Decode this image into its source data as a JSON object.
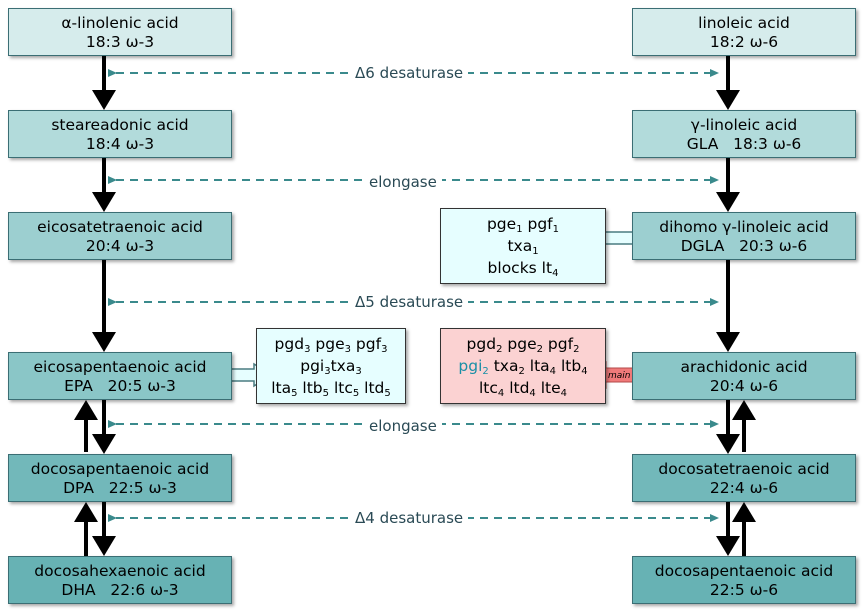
{
  "colors": {
    "arrow_teal": "#3a8a8c",
    "prod_cyan": "#e6feff",
    "prod_pink": "#fbd2d2",
    "main_arrow": "#f07a7a",
    "pgi2_color": "#1a8fa6"
  },
  "left": [
    {
      "name": "α-linolenic acid",
      "detail": "18:3 ω-3"
    },
    {
      "name": "steareadonic acid",
      "detail": "18:4 ω-3"
    },
    {
      "name": "eicosatetraenoic acid",
      "detail": "20:4 ω-3"
    },
    {
      "name": "eicosapentaenoic acid",
      "detail": "EPA   20:5 ω-3"
    },
    {
      "name": "docosapentaenoic acid",
      "detail": "DPA   22:5 ω-3"
    },
    {
      "name": "docosahexaenoic acid",
      "detail": "DHA   22:6 ω-3"
    }
  ],
  "right": [
    {
      "name": "linoleic acid",
      "detail": "18:2 ω-6"
    },
    {
      "name": "γ-linoleic acid",
      "detail": "GLA   18:3 ω-6"
    },
    {
      "name": "dihomo γ-linoleic acid",
      "detail": "DGLA   20:3 ω-6"
    },
    {
      "name": "arachidonic acid",
      "detail": "20:4 ω-6"
    },
    {
      "name": "docosatetraenoic acid",
      "detail": "22:4 ω-6"
    },
    {
      "name": "docosapentaenoic acid",
      "detail": "22:5 ω-6"
    }
  ],
  "enzymes": [
    "Δ6 desaturase",
    "elongase",
    "Δ5 desaturase",
    "elongase",
    "Δ4 desaturase"
  ],
  "products": {
    "dgla": {
      "pge": "pge",
      "pge_sub": "1",
      "pgf": "pgf",
      "pgf_sub": "1",
      "txa": "txa",
      "txa_sub": "1",
      "blocks": "blocks lt",
      "blocks_sub": "4"
    },
    "epa": {
      "pgd": "pgd",
      "pgd_sub": "3",
      "pge": "pge",
      "pge_sub": "3",
      "pgf": "pgf",
      "pgf_sub": "3",
      "pgi": "pgi",
      "pgi_sub": "3",
      "txa": "txa",
      "txa_sub": "3",
      "lta": "lta",
      "lta_sub": "5",
      "ltb": "ltb",
      "ltb_sub": "5",
      "ltc": "ltc",
      "ltc_sub": "5",
      "ltd": "ltd",
      "ltd_sub": "5"
    },
    "aa": {
      "pgd": "pgd",
      "pgd_sub": "2",
      "pge": "pge",
      "pge_sub": "2",
      "pgf": "pgf",
      "pgf_sub": "2",
      "pgi": "pgi",
      "pgi_sub": "2",
      "txa": "txa",
      "txa_sub": "2",
      "lta": "lta",
      "lta_sub": "4",
      "ltb": "ltb",
      "ltb_sub": "4",
      "ltc": "ltc",
      "ltc_sub": "4",
      "ltd": "ltd",
      "ltd_sub": "4",
      "lte": "lte",
      "lte_sub": "4"
    },
    "main_label": "main"
  }
}
